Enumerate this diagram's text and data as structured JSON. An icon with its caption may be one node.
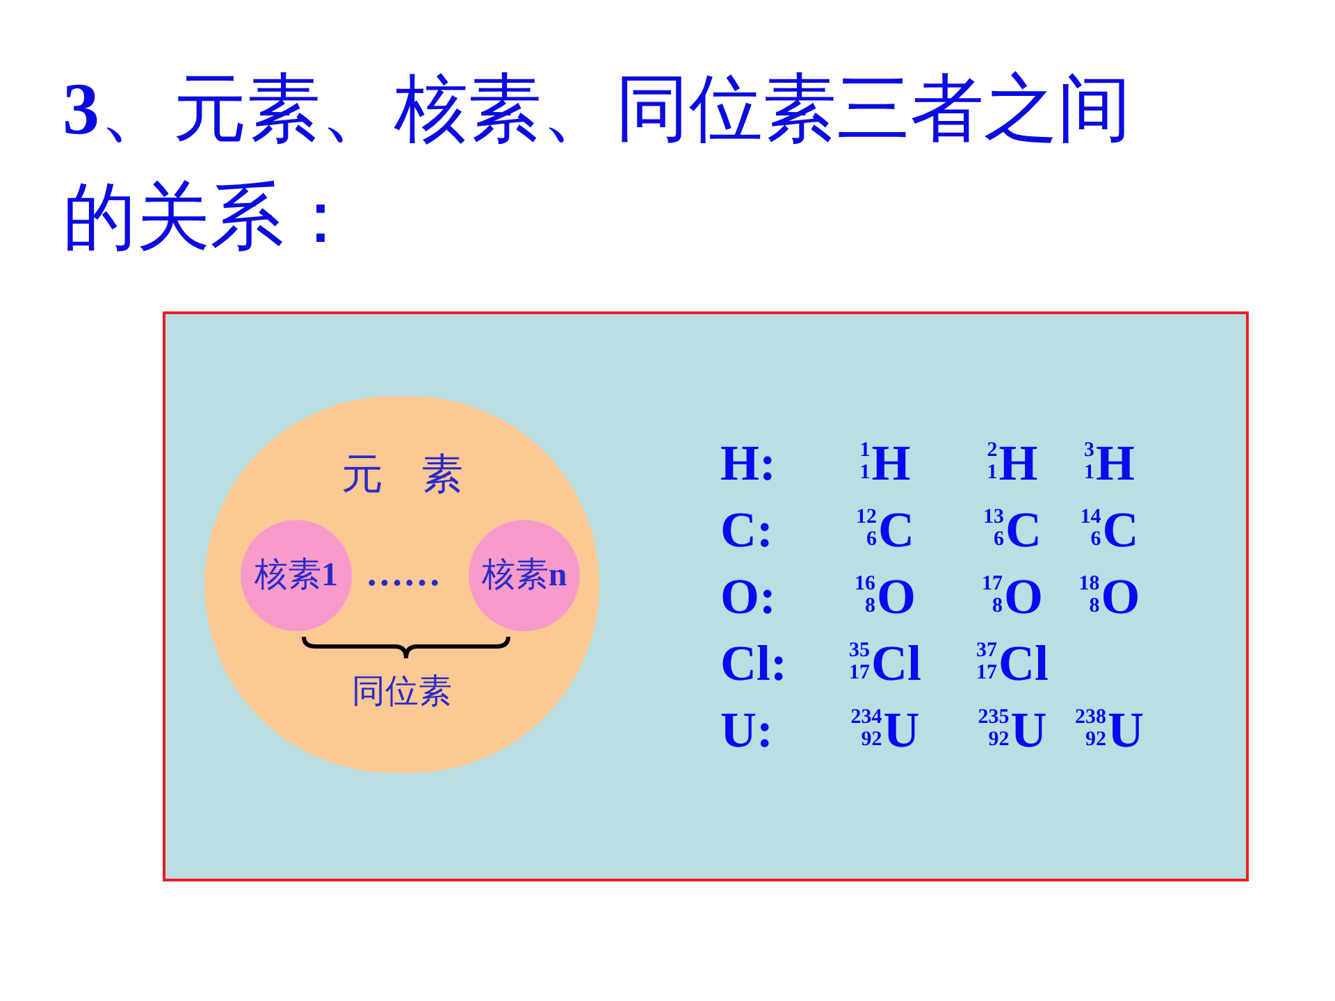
{
  "diagram": {
    "title": "**3**、元素、核素、同位素三者之间的关系：",
    "nodes": [
      {
        "text": [],
        "shape": "box"
      },
      {
        "text": [
          "元 素",
          "同位素"
        ],
        "in": 0
      },
      {
        "text": [
          "核素**1**"
        ],
        "in": 1
      },
      {
        "text": [
          "核素**n**"
        ],
        "in": 1
      }
    ],
    "labels": [
      "……",
      "H:",
      "$^{1}$$_{1}$H",
      "$^{2}$$_{1}$H",
      "$^{3}$$_{1}$H",
      "C:",
      "$^{12}$$_{6}$C",
      "$^{13}$$_{6}$C",
      "$^{14}$$_{6}$C",
      "O:",
      "$^{16}$$_{8}$O",
      "$^{17}$$_{8}$O",
      "$^{18}$$_{8}$O",
      "Cl:",
      "$^{35}$$_{17}$Cl",
      "$^{37}$$_{17}$Cl",
      "U:",
      "$^{234}$$_{92}$U",
      "$^{235}$$_{92}$U",
      "$^{238}$$_{92}$U"
    ]
  }
}
